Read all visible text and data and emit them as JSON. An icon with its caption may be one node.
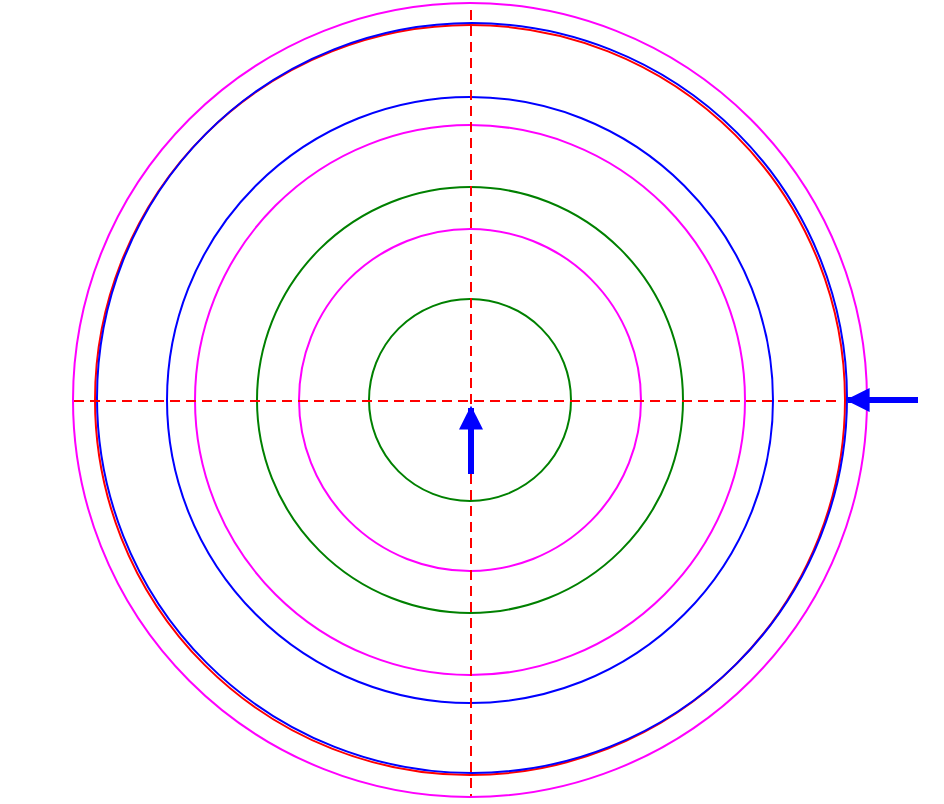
{
  "diagram": {
    "nodes": [
      {
        "text": [],
        "shape": "circle"
      },
      {
        "text": [],
        "shape": "circle",
        "in": 0
      },
      {
        "text": [],
        "shape": "circle",
        "in": 0
      },
      {
        "text": [],
        "shape": "circle",
        "in": 1
      },
      {
        "text": [],
        "shape": "circle",
        "in": 3
      },
      {
        "text": [],
        "shape": "circle",
        "in": 4
      },
      {
        "text": [],
        "shape": "circle",
        "in": 5
      },
      {
        "text": [],
        "shape": "circle",
        "in": 6
      }
    ],
    "edges": [
      {
        "from": null,
        "to": 1,
        "arrow": "to"
      }
    ]
  }
}
